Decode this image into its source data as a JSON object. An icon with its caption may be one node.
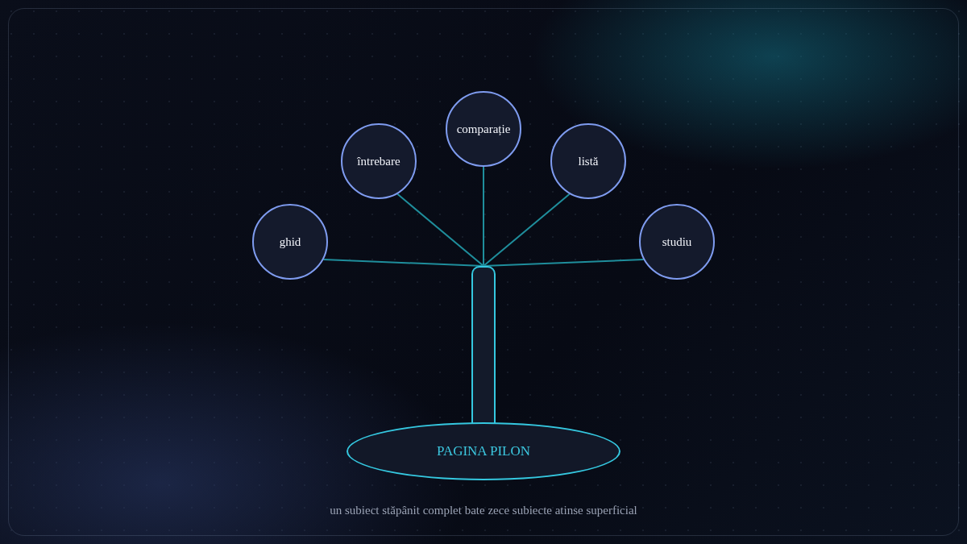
{
  "diagram": {
    "caption": "un subiect stăpânit complet bate zece subiecte atinse superficial",
    "nodes": [
      {
        "text": [
          "ghid"
        ]
      },
      {
        "text": [
          "întrebare"
        ]
      },
      {
        "text": [
          "comparație"
        ]
      },
      {
        "text": [
          "listă"
        ]
      },
      {
        "text": [
          "studiu"
        ]
      },
      {
        "text": [],
        "shape": "bar"
      },
      {
        "text": [
          "PAGINA PILON"
        ]
      }
    ],
    "edges": [
      {
        "from": 5,
        "to": 0,
        "arrow": "none"
      },
      {
        "from": 5,
        "to": 1,
        "arrow": "none"
      },
      {
        "from": 5,
        "to": 2,
        "arrow": "none"
      },
      {
        "from": 5,
        "to": 3,
        "arrow": "none"
      },
      {
        "from": 5,
        "to": 4,
        "arrow": "none"
      }
    ]
  }
}
